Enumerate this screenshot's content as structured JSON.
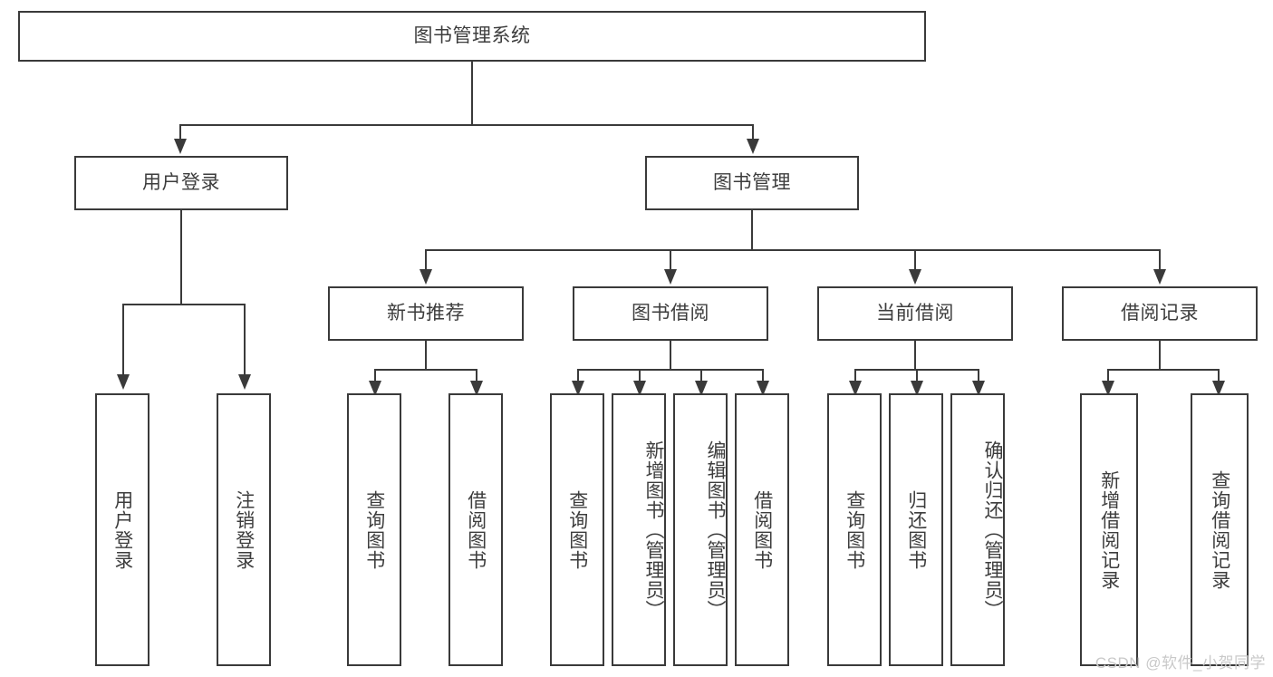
{
  "diagram": {
    "title": "图书管理系统",
    "root": {
      "label": "图书管理系统"
    },
    "level1": [
      {
        "label": "用户登录"
      },
      {
        "label": "图书管理"
      }
    ],
    "level2": [
      {
        "label": "新书推荐"
      },
      {
        "label": "图书借阅"
      },
      {
        "label": "当前借阅"
      },
      {
        "label": "借阅记录"
      }
    ],
    "leaves": {
      "user_login": [
        {
          "label": "用户登录"
        },
        {
          "label": "注销登录"
        }
      ],
      "new_book_recommend": [
        {
          "label": "查询图书"
        },
        {
          "label": "借阅图书"
        }
      ],
      "book_borrow": [
        {
          "label": "查询图书"
        },
        {
          "label": "新增图书（管理员）"
        },
        {
          "label": "编辑图书（管理员）"
        },
        {
          "label": "借阅图书"
        }
      ],
      "current_borrow": [
        {
          "label": "查询图书"
        },
        {
          "label": "归还图书"
        },
        {
          "label": "确认归还（管理员）"
        }
      ],
      "borrow_records": [
        {
          "label": "新增借阅记录"
        },
        {
          "label": "查询借阅记录"
        }
      ]
    }
  },
  "watermark": {
    "text": "CSDN @软件_小贺同学"
  },
  "colors": {
    "stroke": "#3a3a3a",
    "text": "#3d3d3d",
    "background": "#ffffff",
    "watermark": "#c9c9c9"
  }
}
